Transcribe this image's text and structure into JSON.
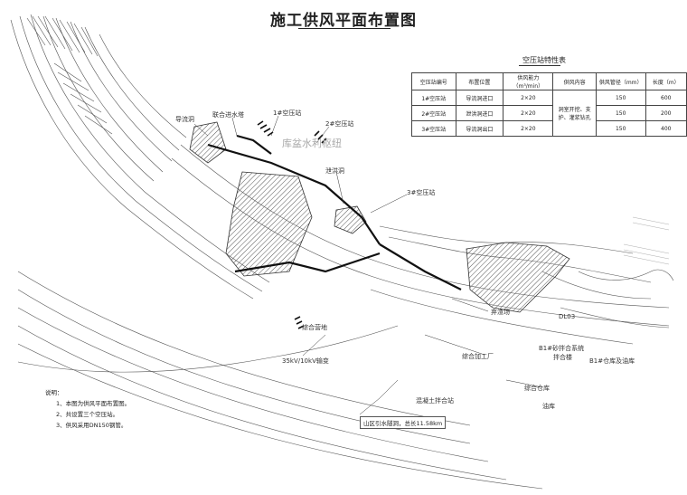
{
  "title": "施工供风平面布置图",
  "table": {
    "title": "空压站特性表",
    "headers": [
      "空压站编号",
      "布置位置",
      "供风能力（m³/min）",
      "供风内容",
      "供风管径（mm）",
      "长度（m）"
    ],
    "rows": [
      {
        "id": "1#空压站",
        "location": "导流洞进口",
        "capacity": "2×20",
        "pipe": "150",
        "length": "600"
      },
      {
        "id": "2#空压站",
        "location": "泄洪洞进口",
        "capacity": "2×20",
        "pipe": "150",
        "length": "200"
      },
      {
        "id": "3#空压站",
        "location": "导流洞出口",
        "capacity": "2×20",
        "pipe": "150",
        "length": "400"
      }
    ],
    "content_merged": "洞室开挖、支护、灌浆钻孔"
  },
  "map_labels": {
    "diversion_tunnel": "导流洞",
    "intake_tower": "联合进水塔",
    "station1": "1#空压站",
    "station2": "2#空压站",
    "station3": "3#空压站",
    "hub_ghost": "库盆水利枢纽",
    "spillway_tunnel": "泄洪洞",
    "warehouse": "综合仓库",
    "processing_plant": "综合加工厂",
    "powerline": "35kV/10kV输变",
    "hall": "综合营地",
    "station_b": "B1#砂拌合系统",
    "mixing": "拌合楼",
    "oil_depot": "B1#仓库及油库",
    "general_store": "综合仓库",
    "oil": "油库",
    "concrete": "混凝土拌合站",
    "spoil": "弃渣场",
    "dl": "DL03",
    "pipeline_box": "山区引水隧洞，总长11.58km"
  },
  "notes": {
    "heading": "说明：",
    "items": [
      "1、本图为供风平面布置图。",
      "2、共设置三个空压站。",
      "3、供风采用DN150钢管。"
    ]
  }
}
